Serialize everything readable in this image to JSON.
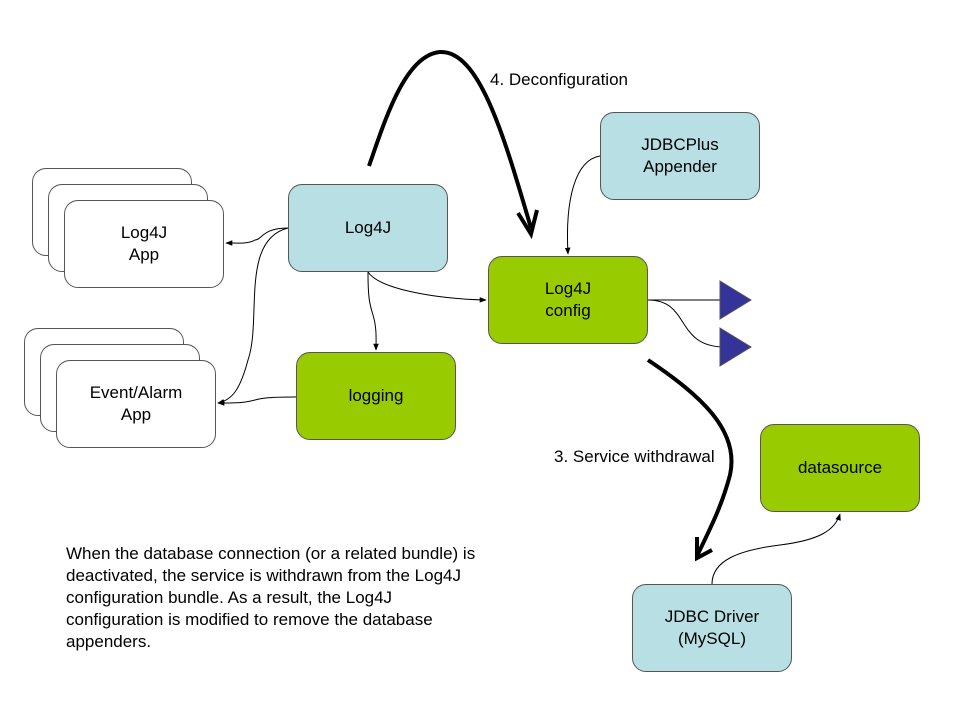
{
  "colors": {
    "bundle_blue": "#b8dfe3",
    "bundle_green": "#99cc00",
    "app_white": "#ffffff",
    "appender_triangle": "#333399",
    "border": "#555555",
    "arrow": "#000000"
  },
  "nodes": {
    "log4j_app": "Log4J\nApp",
    "event_alarm_app": "Event/Alarm\nApp",
    "log4j": "Log4J",
    "logging": "logging",
    "log4j_config": "Log4J\nconfig",
    "jdbcplus_appender": "JDBCPlus\nAppender",
    "datasource": "datasource",
    "jdbc_driver": "JDBC Driver\n(MySQL)"
  },
  "steps": {
    "deconfiguration": "4. Deconfiguration",
    "service_withdrawal": "3. Service withdrawal"
  },
  "note": "When the database connection (or a related bundle) is deactivated, the service is withdrawn from the Log4J configuration bundle.  As a result, the Log4J configuration is modified to remove the database appenders."
}
